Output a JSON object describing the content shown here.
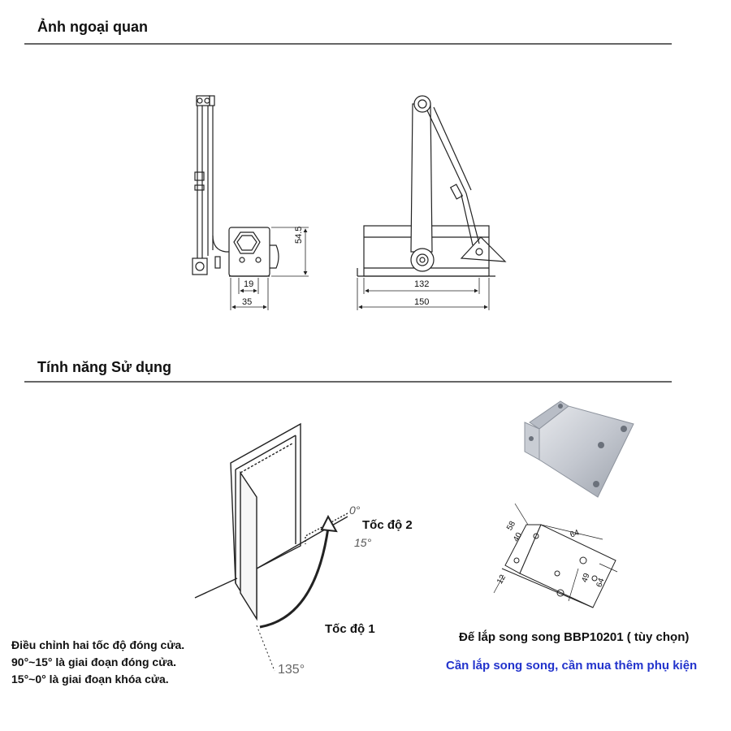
{
  "sections": {
    "appearance_title": "Ảnh ngoại quan",
    "usage_title": "Tính năng Sử dụng"
  },
  "dimensions": {
    "side_height": "54.5",
    "side_inner_width": "19",
    "side_outer_width": "35",
    "front_inner_width": "132",
    "front_outer_width": "150"
  },
  "door_diagram": {
    "angle_0": "0°",
    "angle_15": "15°",
    "angle_135": "135°",
    "speed_2": "Tốc độ 2",
    "speed_1": "Tốc độ 1"
  },
  "description": {
    "line1": "Điều chỉnh hai tốc độ đóng cửa.",
    "line2": "90°~15° là giai đoạn đóng cửa.",
    "line3": "15°~0° là giai đoạn khóa cửa."
  },
  "bracket": {
    "dim_58": "58",
    "dim_40": "40",
    "dim_64_top": "64",
    "dim_49": "49",
    "dim_64_side": "64",
    "dim_12": "12",
    "caption": "Đế lắp song song BBP10201 ( tùy chọn)",
    "note": "Cần lắp song song, cần mua thêm phụ kiện",
    "note_color": "#2233cc"
  }
}
